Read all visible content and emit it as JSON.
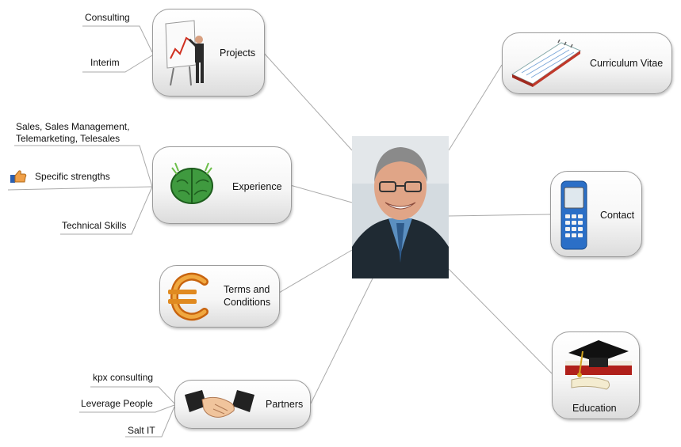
{
  "center": {
    "photo_icon": "portrait-photo"
  },
  "nodes": {
    "projects": {
      "label": "Projects",
      "icon": "presentation-chart-icon"
    },
    "experience": {
      "label": "Experience",
      "icon": "brain-icon"
    },
    "terms": {
      "label_line1": "Terms and",
      "label_line2": "Conditions",
      "icon": "euro-icon"
    },
    "partners": {
      "label": "Partners",
      "icon": "handshake-icon"
    },
    "cv": {
      "label": "Curriculum Vitae",
      "icon": "notepad-icon"
    },
    "contact": {
      "label": "Contact",
      "icon": "mobile-phone-icon"
    },
    "education": {
      "label": "Education",
      "icon": "graduation-cap-icon"
    }
  },
  "leaves": {
    "projects": [
      "Consulting",
      "Interim"
    ],
    "experience": {
      "sales_line1": "Sales, Sales Management,",
      "sales_line2": "Telemarketing, Telesales",
      "strengths": "Specific strengths",
      "technical": "Technical Skills"
    },
    "partners": [
      "kpx consulting",
      "Leverage People",
      "Salt IT"
    ]
  },
  "colors": {
    "border": "#9a9a9a",
    "line": "#aaaaaa",
    "text": "#111111"
  }
}
